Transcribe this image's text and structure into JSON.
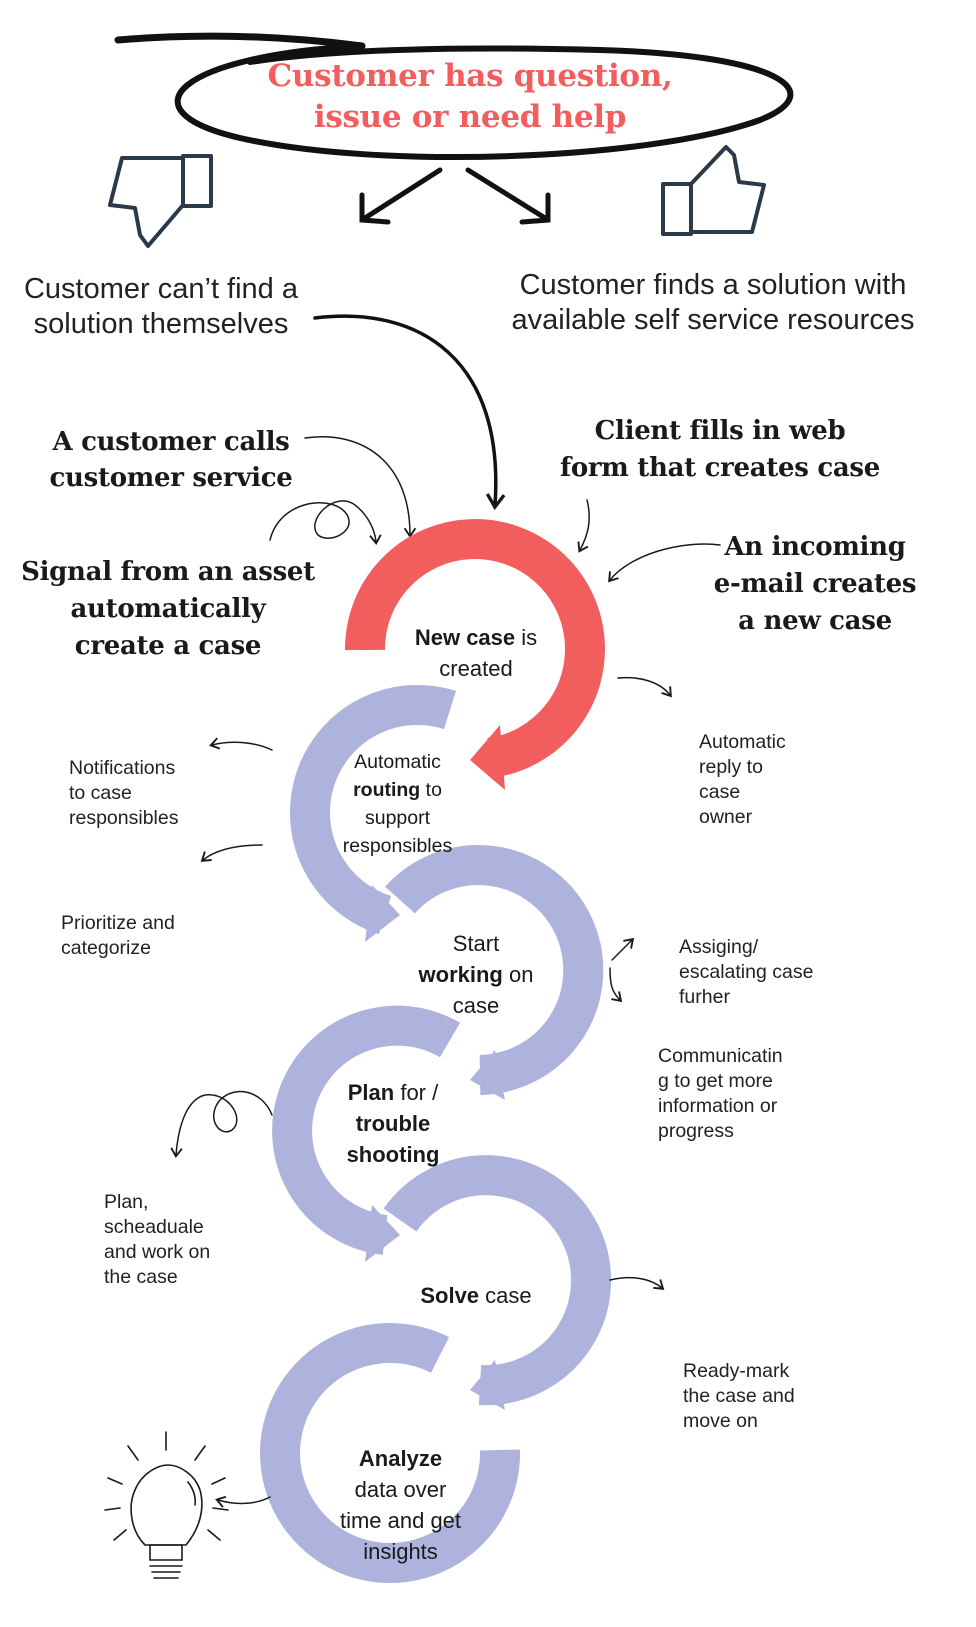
{
  "header": {
    "line1": "Customer has question,",
    "line2": "issue or need help"
  },
  "outcomes": {
    "negative": {
      "line1": "Customer can’t find a",
      "line2": "solution themselves",
      "icon": "thumbs-down-icon"
    },
    "positive": {
      "line1": "Customer finds a solution with",
      "line2": "available self service resources",
      "icon": "thumbs-up-icon"
    }
  },
  "channels": {
    "phone": {
      "line1": "A customer calls",
      "line2": "customer service"
    },
    "asset": {
      "line1": "Signal from an asset",
      "line2": "automatically",
      "line3": "create a case"
    },
    "webform": {
      "line1": "Client fills in web",
      "line2": "form that creates case"
    },
    "email": {
      "line1": "An incoming",
      "line2": "e-mail  creates",
      "line3": "a new case"
    }
  },
  "steps": {
    "new_case": {
      "bold": "New case",
      "rest": " is",
      "line2": "created"
    },
    "routing": {
      "line1": "Automatic",
      "bold": "routing",
      "rest": " to",
      "line3": "support",
      "line4": "responsibles"
    },
    "working": {
      "line1": "Start",
      "bold": "working",
      "rest": " on",
      "line3": "case"
    },
    "plan": {
      "bold1": "Plan",
      "rest": " for /",
      "bold2": "trouble",
      "bold3": "shooting"
    },
    "solve": {
      "bold": "Solve",
      "rest": " case"
    },
    "analyze": {
      "bold": "Analyze",
      "line2": "data over",
      "line3": "time and get",
      "line4": "insights"
    }
  },
  "side_notes": {
    "auto_reply": [
      "Automatic",
      "reply to",
      "case",
      "owner"
    ],
    "notifications": [
      "Notifications",
      "to case",
      "responsibles"
    ],
    "prioritize": [
      "Prioritize and",
      "categorize"
    ],
    "assigning": [
      "Assiging/",
      "escalating case",
      "furher"
    ],
    "communicating": [
      "Communicatin",
      "g to get more",
      "information or",
      "progress"
    ],
    "plan_work": [
      "Plan,",
      "scheaduale",
      "and work on",
      "the case"
    ],
    "ready_mark": [
      "Ready-mark",
      "the case and",
      "move on"
    ]
  },
  "icons": {
    "insights": "lightbulb-icon"
  },
  "colors": {
    "accent_red": "#f25e5e",
    "loop_lavender": "#adb3dc",
    "text": "#1f1f1f"
  }
}
